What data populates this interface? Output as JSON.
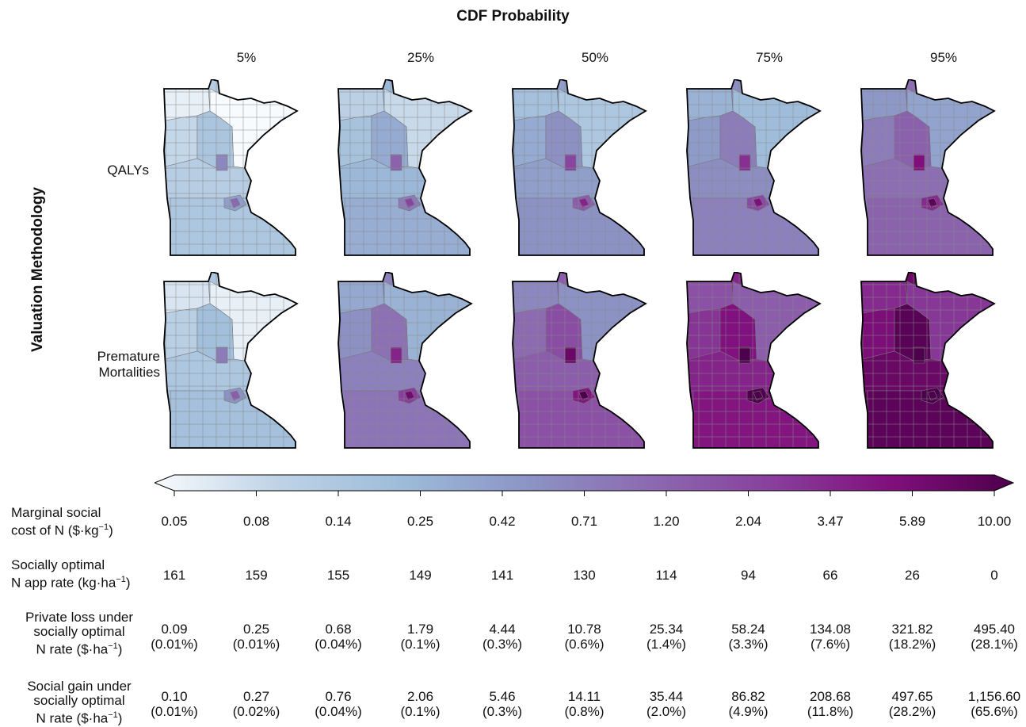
{
  "chart_data": {
    "type": "heatmap",
    "title": "CDF Probability",
    "row_axis_title": "Valuation Methodology",
    "columns": [
      "5%",
      "25%",
      "50%",
      "75%",
      "95%"
    ],
    "rows": [
      {
        "label_line1": "QALYs",
        "label_line2": "",
        "shading_levels": [
          0.18,
          0.3,
          0.4,
          0.46,
          0.56
        ]
      },
      {
        "label_line1": "Premature",
        "label_line2": "Mortalities",
        "shading_levels": [
          0.22,
          0.5,
          0.62,
          0.8,
          0.92
        ]
      }
    ],
    "colorbar": {
      "scale": "log",
      "ticks": [
        "0.05",
        "0.08",
        "0.14",
        "0.25",
        "0.42",
        "0.71",
        "1.20",
        "2.04",
        "3.47",
        "5.89",
        "10.00"
      ],
      "colors": [
        "#f7fbfd",
        "#bfd3e6",
        "#9ebcda",
        "#8c96c6",
        "#8c6bb1",
        "#88419d",
        "#810f7c",
        "#4d004b"
      ]
    },
    "table": [
      {
        "label_parts": [
          "Marginal social",
          "cost of N ($·kg",
          "−1",
          ")"
        ],
        "values": [
          "0.05",
          "0.08",
          "0.14",
          "0.25",
          "0.42",
          "0.71",
          "1.20",
          "2.04",
          "3.47",
          "5.89",
          "10.00"
        ],
        "pct": []
      },
      {
        "label_parts": [
          "Socially optimal",
          "N app rate (kg·ha",
          "−1",
          ")"
        ],
        "values": [
          "161",
          "159",
          "155",
          "149",
          "141",
          "130",
          "114",
          "94",
          "66",
          "26",
          "0"
        ],
        "pct": []
      },
      {
        "label_parts": [
          "Private loss under",
          "socially optimal",
          "N rate ($·ha",
          "−1",
          ")"
        ],
        "values": [
          "0.09",
          "0.25",
          "0.68",
          "1.79",
          "4.44",
          "10.78",
          "25.34",
          "58.24",
          "134.08",
          "321.82",
          "495.40"
        ],
        "pct": [
          "(0.01%)",
          "(0.01%)",
          "(0.04%)",
          "(0.1%)",
          "(0.3%)",
          "(0.6%)",
          "(1.4%)",
          "(3.3%)",
          "(7.6%)",
          "(18.2%)",
          "(28.1%)"
        ]
      },
      {
        "label_parts": [
          "Social gain under",
          "socially optimal",
          "N rate ($·ha",
          "−1",
          ")"
        ],
        "values": [
          "0.10",
          "0.27",
          "0.76",
          "2.06",
          "5.46",
          "14.11",
          "35.44",
          "86.82",
          "208.68",
          "497.65",
          "1,156.60"
        ],
        "pct": [
          "(0.01%)",
          "(0.02%)",
          "(0.04%)",
          "(0.1%)",
          "(0.3%)",
          "(0.8%)",
          "(2.0%)",
          "(4.9%)",
          "(11.8%)",
          "(28.2%)",
          "(65.6%)"
        ]
      }
    ]
  }
}
